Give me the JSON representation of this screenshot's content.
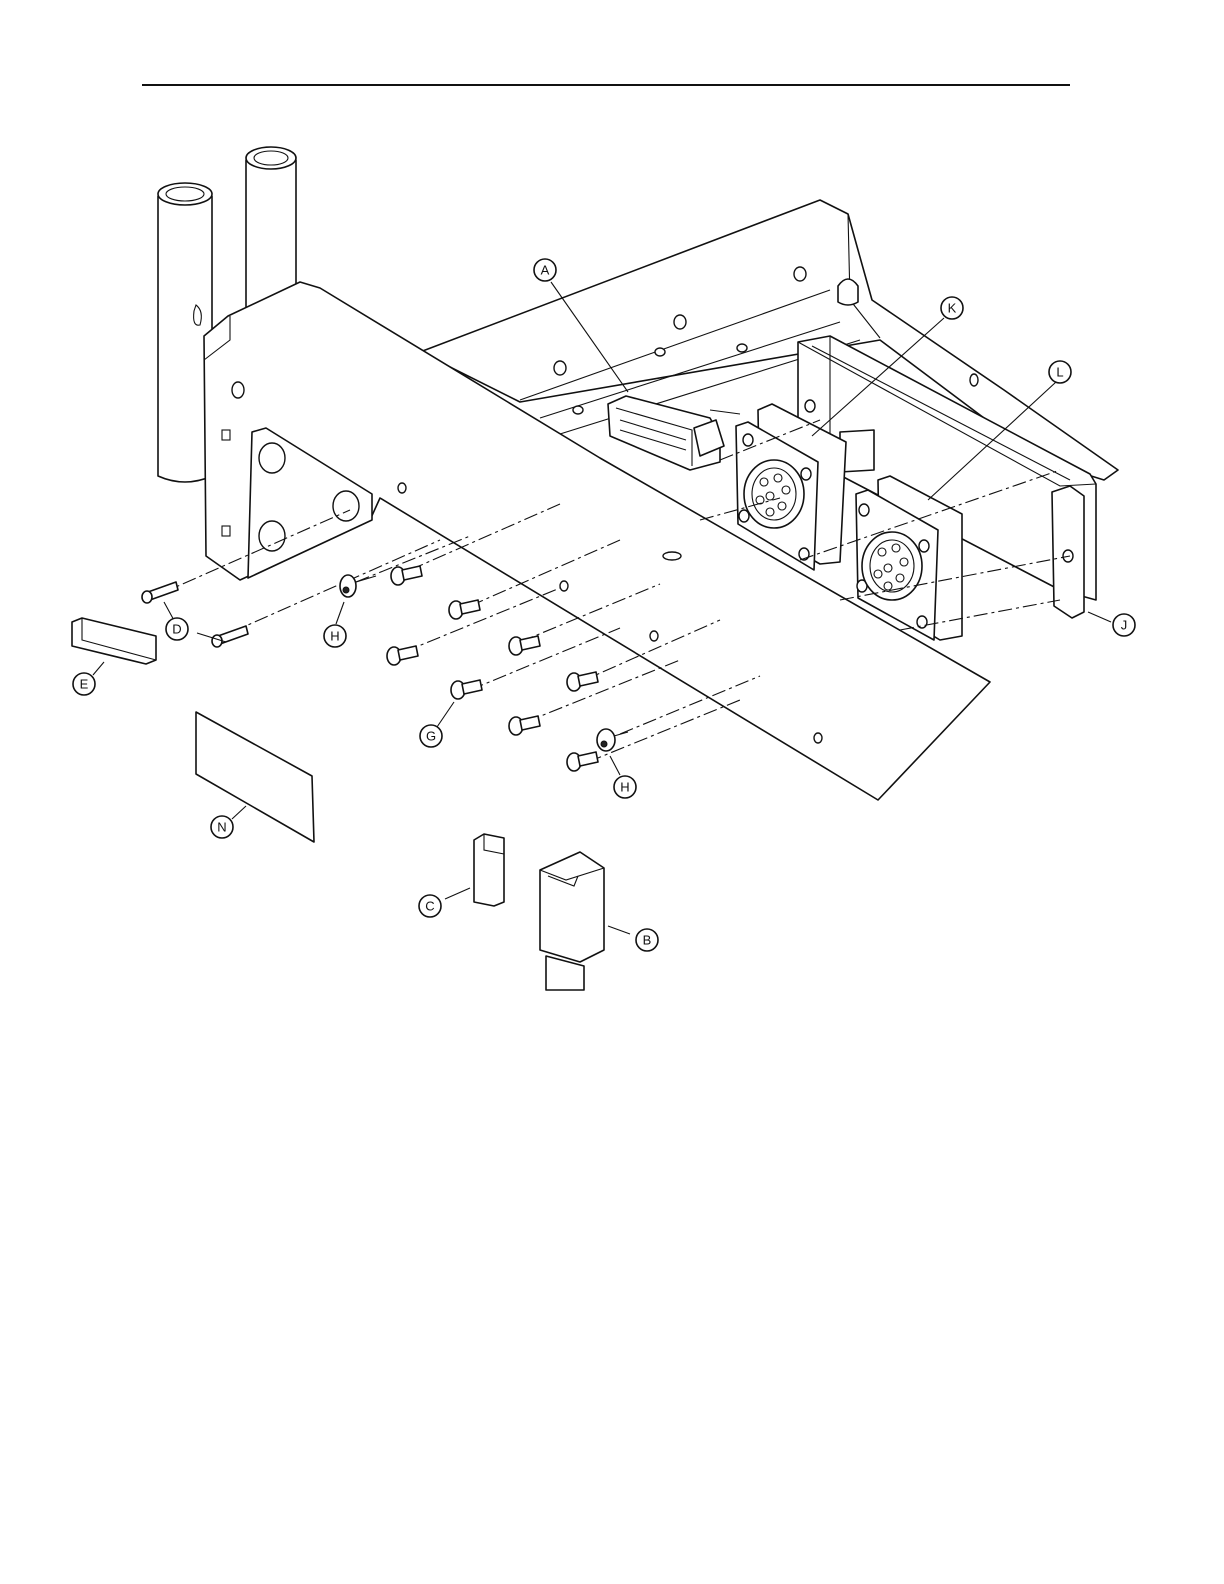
{
  "callouts": [
    {
      "id": "A",
      "label": "A"
    },
    {
      "id": "B",
      "label": "B"
    },
    {
      "id": "C",
      "label": "C"
    },
    {
      "id": "D",
      "label": "D"
    },
    {
      "id": "E",
      "label": "E"
    },
    {
      "id": "G",
      "label": "G"
    },
    {
      "id": "H1",
      "label": "H"
    },
    {
      "id": "H2",
      "label": "H"
    },
    {
      "id": "J",
      "label": "J"
    },
    {
      "id": "K",
      "label": "K"
    },
    {
      "id": "L",
      "label": "L"
    },
    {
      "id": "N",
      "label": "N"
    }
  ]
}
